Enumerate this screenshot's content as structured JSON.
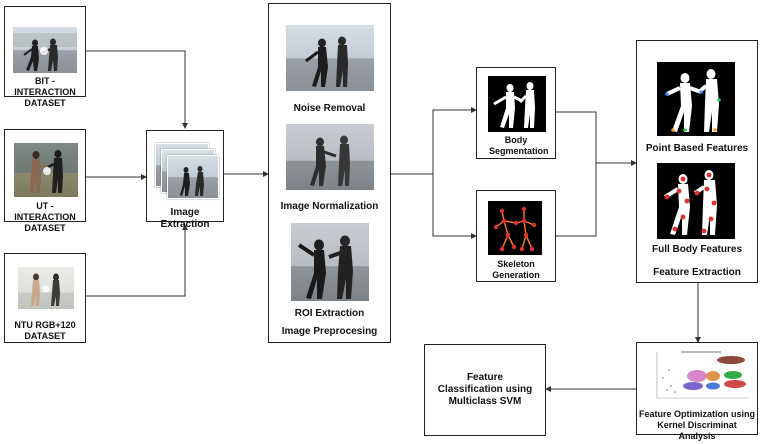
{
  "datasets": [
    {
      "label": "BIT - INTERACTION DATASET"
    },
    {
      "label": "UT - INTERACTION DATASET"
    },
    {
      "label": "NTU RGB+120 DATASET"
    }
  ],
  "image_extraction": {
    "label": "Image Extraction"
  },
  "preprocessing": {
    "steps": [
      "Noise Removal",
      "Image Normalization",
      "ROI Extraction"
    ],
    "title": "Image Preprocesing"
  },
  "body_segmentation": {
    "label": "Body Segmentation"
  },
  "skeleton_generation": {
    "label": "Skeleton Generation"
  },
  "feature_extraction": {
    "items": [
      "Point Based Features",
      "Full Body Features"
    ],
    "title": "Feature Extraction"
  },
  "feature_optimization": {
    "label": "Feature Optimization using Kernel Discriminat Analysis"
  },
  "feature_classification": {
    "label": "Feature Classification using Multiclass SVM"
  },
  "colors": {
    "line": "#333333",
    "keypoint": "#e03030"
  }
}
